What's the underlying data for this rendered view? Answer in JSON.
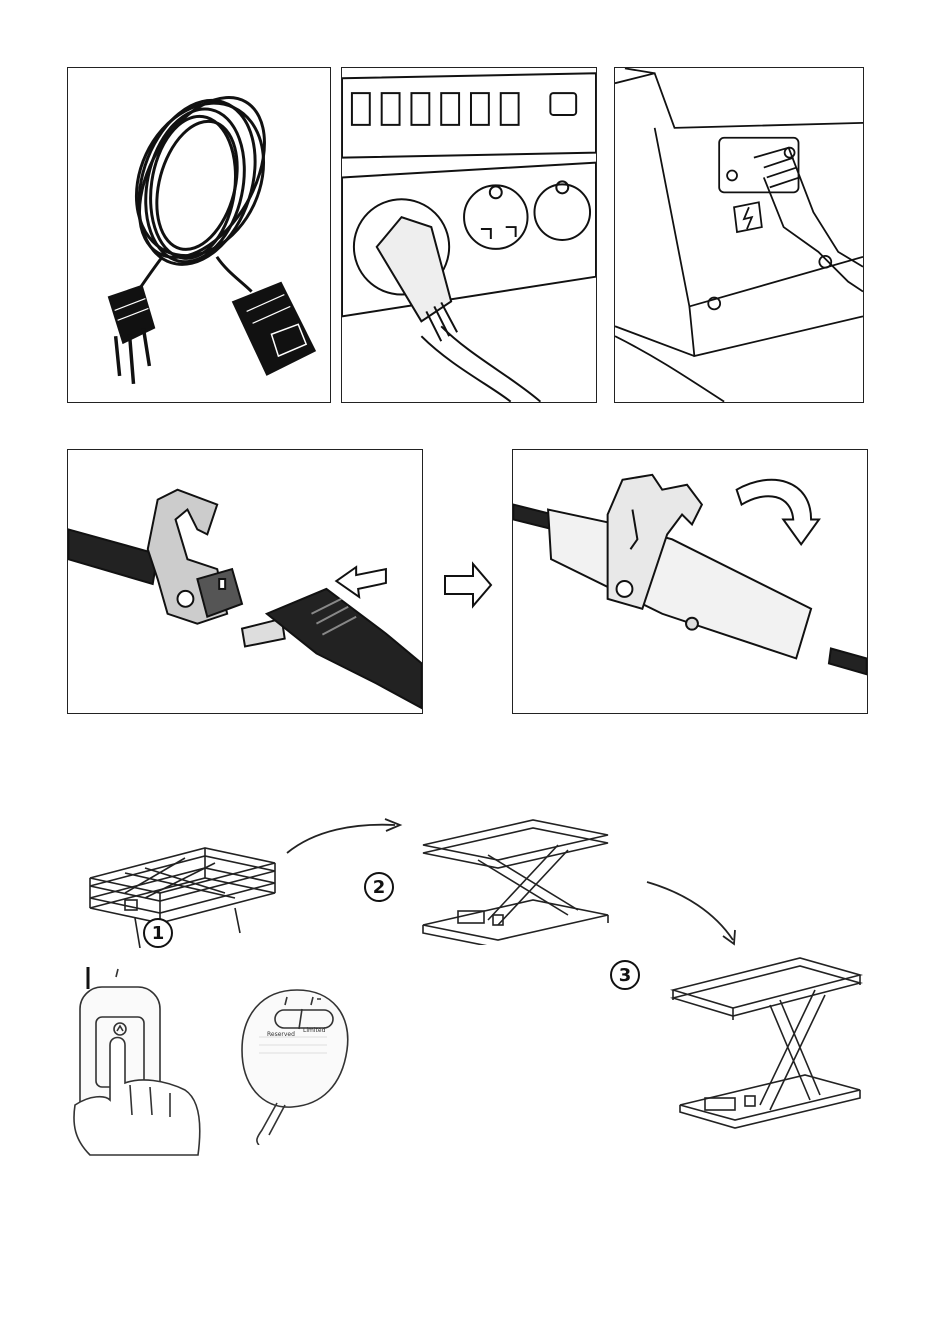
{
  "steps": [
    "1",
    "2",
    "3"
  ],
  "handset": {
    "label_left": "Reserved",
    "label_right": "Limited"
  },
  "icons": {
    "push_arrow": "left-arrow-icon",
    "next_arrow": "right-arrow-icon",
    "rotate_arrow": "curved-arrow-icon"
  },
  "colors": {
    "line": "#111111",
    "paper": "#ffffff"
  }
}
